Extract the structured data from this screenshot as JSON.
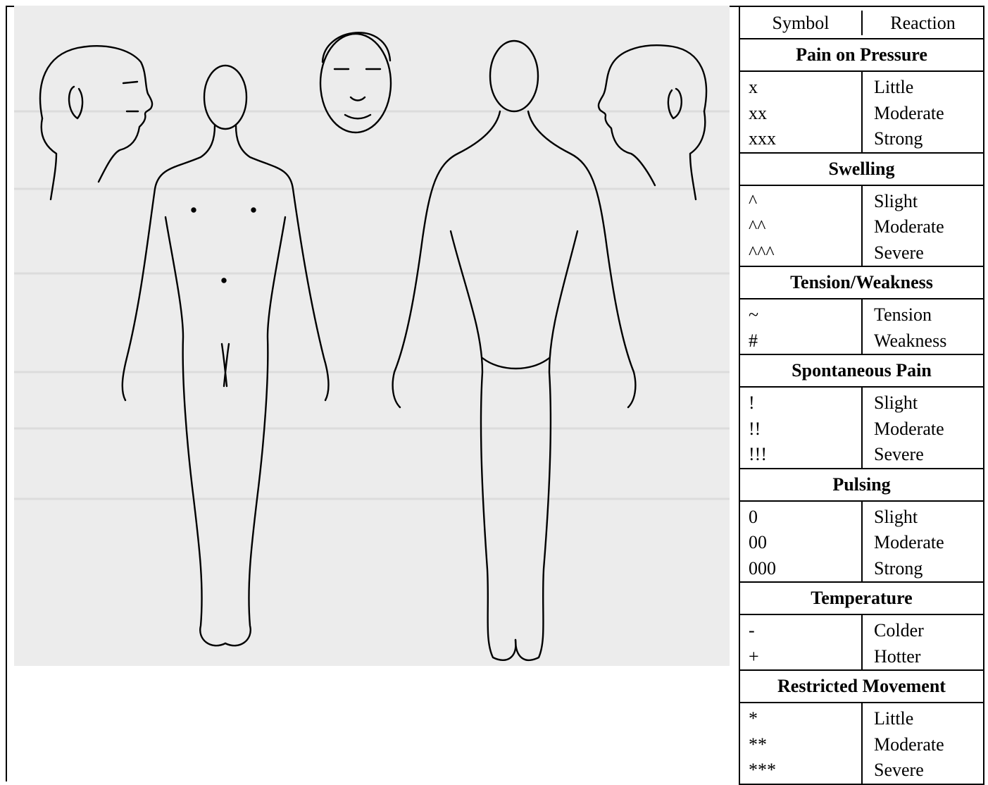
{
  "figure": {
    "views": [
      "head-left-profile",
      "body-front",
      "head-front",
      "body-back",
      "head-right-profile"
    ]
  },
  "legend": {
    "header": {
      "symbol": "Symbol",
      "reaction": "Reaction"
    },
    "sections": [
      {
        "title": "Pain on Pressure",
        "rows": [
          {
            "symbol": "x",
            "reaction": "Little"
          },
          {
            "symbol": "xx",
            "reaction": "Moderate"
          },
          {
            "symbol": "xxx",
            "reaction": "Strong"
          }
        ]
      },
      {
        "title": "Swelling",
        "rows": [
          {
            "symbol": "^",
            "reaction": "Slight"
          },
          {
            "symbol": "^^",
            "reaction": "Moderate"
          },
          {
            "symbol": "^^^",
            "reaction": "Severe"
          }
        ]
      },
      {
        "title": "Tension/Weakness",
        "rows": [
          {
            "symbol": "~",
            "reaction": "Tension"
          },
          {
            "symbol": "#",
            "reaction": "Weakness"
          }
        ]
      },
      {
        "title": "Spontaneous Pain",
        "rows": [
          {
            "symbol": "!",
            "reaction": "Slight"
          },
          {
            "symbol": "!!",
            "reaction": "Moderate"
          },
          {
            "symbol": "!!!",
            "reaction": "Severe"
          }
        ]
      },
      {
        "title": "Pulsing",
        "rows": [
          {
            "symbol": "0",
            "reaction": "Slight"
          },
          {
            "symbol": "00",
            "reaction": "Moderate"
          },
          {
            "symbol": "000",
            "reaction": "Strong"
          }
        ]
      },
      {
        "title": "Temperature",
        "rows": [
          {
            "symbol": "-",
            "reaction": "Colder"
          },
          {
            "symbol": "+",
            "reaction": "Hotter"
          }
        ]
      },
      {
        "title": "Restricted Movement",
        "rows": [
          {
            "symbol": "*",
            "reaction": "Little"
          },
          {
            "symbol": "**",
            "reaction": "Moderate"
          },
          {
            "symbol": "***",
            "reaction": "Severe"
          }
        ]
      }
    ]
  }
}
